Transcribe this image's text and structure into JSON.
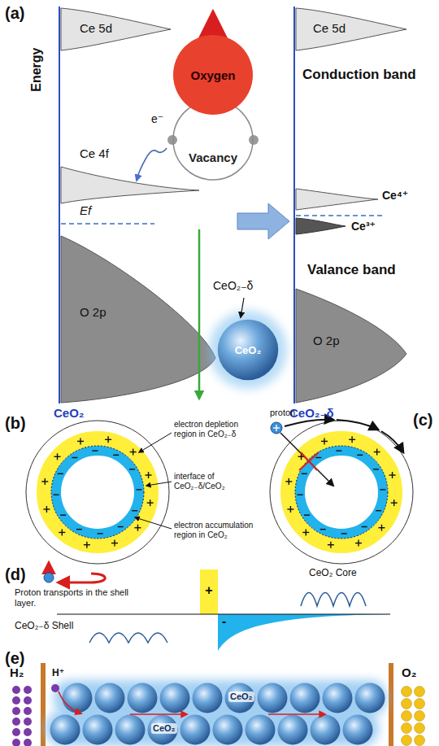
{
  "diagram": {
    "nodes": [
      {
        "text": [
          "Oxygen"
        ]
      },
      {
        "text": [
          "Vacancy"
        ]
      },
      {
        "text": [
          "CeO₂"
        ]
      }
    ],
    "labels": [
      "(a)",
      "Ce 5d",
      "Energy",
      "e⁻",
      "Ce 4f",
      "Ef",
      "O 2p",
      "CeO₂",
      "CeO₂₋δ",
      "Ce 5d",
      "Conduction band",
      "Ce⁴⁺",
      "Ce³⁺",
      "Valance band",
      "O 2p",
      "CeO₂₋δ",
      "(b)",
      "electron depletion region in CeO₂₋δ",
      "interface of CeO₂₋δ/CeO₂",
      "electron accumulation region in CeO₂",
      "(c)",
      "proton",
      "(d)",
      "+",
      "-",
      "Proton transports in the shell layer.",
      "CeO₂ Core",
      "CeO₂₋δ Shell",
      "(e)",
      "H₂",
      "O₂",
      "H⁺",
      "CeO₂",
      "CeO₂"
    ]
  }
}
